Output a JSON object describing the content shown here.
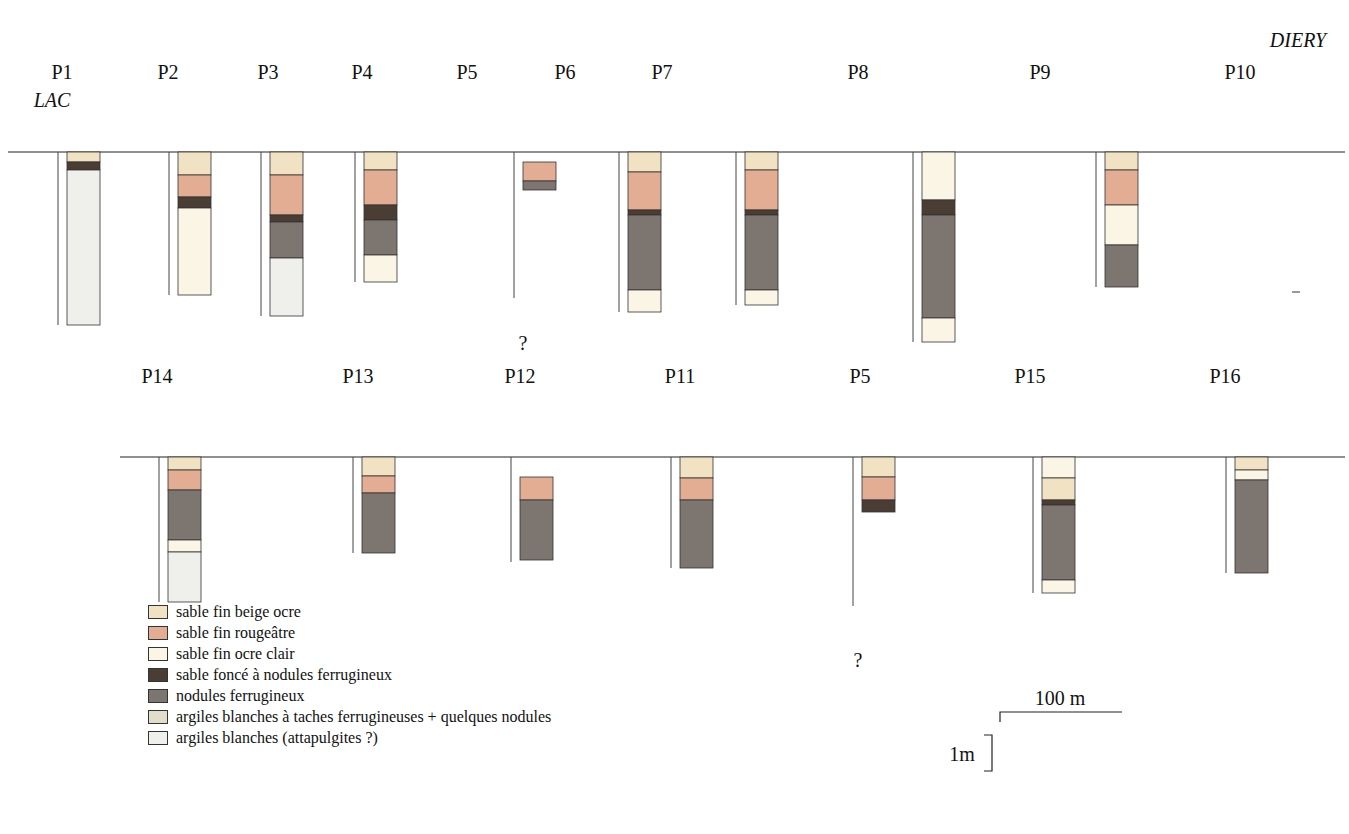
{
  "diagram": {
    "labels": [
      "LAC",
      "DIERY",
      "P1",
      "P2",
      "P3",
      "P4",
      "P5",
      "P6",
      "P7",
      "P8",
      "P9",
      "P10",
      "?",
      "P14",
      "P13",
      "P12",
      "P11",
      "P5",
      "P15",
      "P16",
      "?",
      "100 m",
      "1m"
    ],
    "legend": [
      {
        "text": "sable fin beige ocre",
        "color": "#f1e2c4"
      },
      {
        "text": "sable fin rougeâtre",
        "color": "#e3ad94"
      },
      {
        "text": "sable fin ocre clair",
        "color": "#fbf5e6"
      },
      {
        "text": "sable foncé à nodules ferrugineux",
        "color": "#4a3d33"
      },
      {
        "text": "nodules ferrugineux",
        "color": "#7d7670"
      },
      {
        "text": "argiles blanches à taches ferrugineuses + quelques nodules",
        "color": "#e2dccb"
      },
      {
        "text": "argiles blanches (attapulgites ?)",
        "color": "#efefec"
      }
    ]
  }
}
